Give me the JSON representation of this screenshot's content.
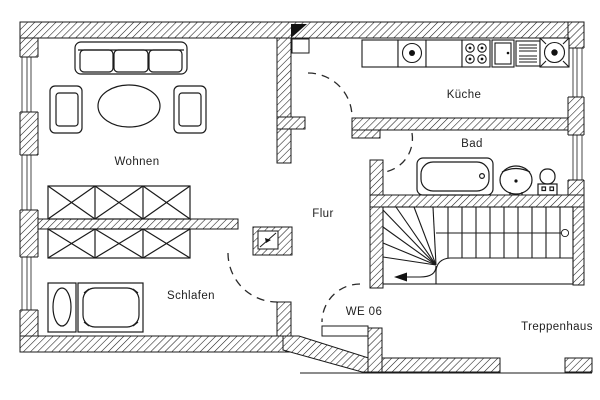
{
  "plan": {
    "title": "apartment-floor-plan",
    "labels": {
      "wohnen": "Wohnen",
      "schlafen": "Schlafen",
      "flur": "Flur",
      "kueche": "Küche",
      "bad": "Bad",
      "we06": "WE 06",
      "treppenhaus": "Treppenhaus"
    },
    "fixtures": [
      "sofa",
      "coffee-table",
      "armchair-left",
      "armchair-right",
      "wardrobe-row-wohnen",
      "wardrobe-row-schlafen",
      "bed",
      "nightstand",
      "kitchen-counter",
      "kitchen-sink",
      "cooktop",
      "fridge",
      "oven",
      "corner-appliance",
      "bathtub",
      "washbasin",
      "toilet",
      "stairs",
      "walking-line",
      "down-arrow",
      "door-kueche",
      "door-schlafen",
      "door-bad",
      "entrance-door-we06",
      "windows",
      "flue-box",
      "north-marker"
    ],
    "colors": {
      "line": "#1a1a1a",
      "background": "#ffffff",
      "label": "#1f1f1f"
    }
  }
}
